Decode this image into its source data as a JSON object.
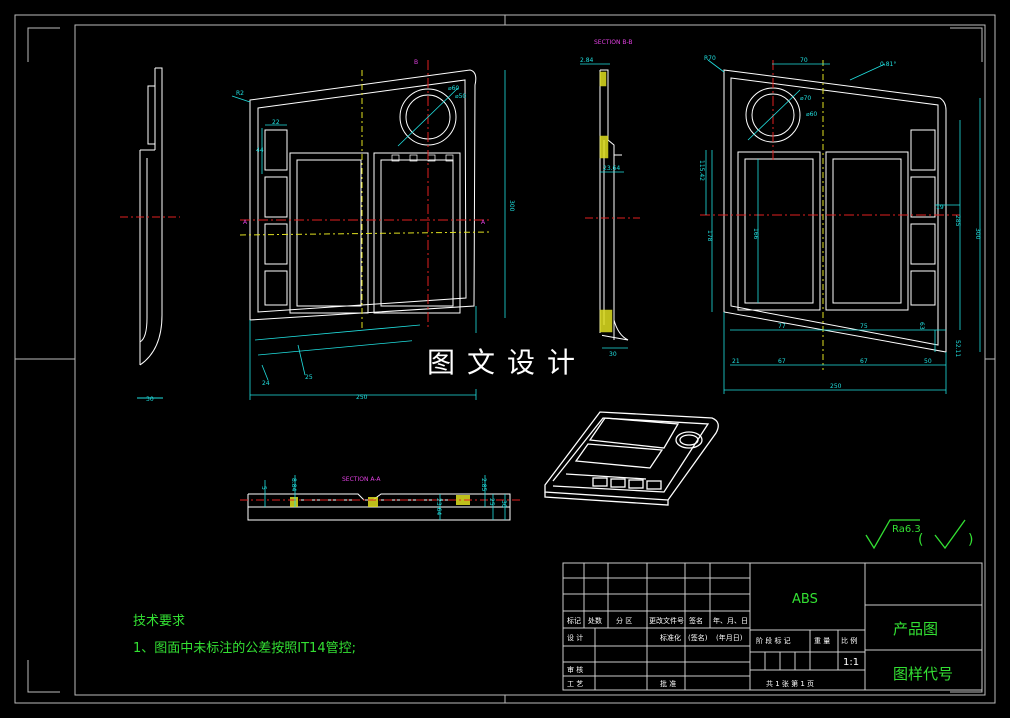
{
  "title_block": {
    "header_labels": [
      "标记",
      "处数",
      "分 区",
      "更改文件号",
      "签名",
      "年、月、日"
    ],
    "design_label": "设 计",
    "standardize_label": "标准化",
    "signature_label": "(签名)",
    "date_label": "(年月日)",
    "review_label": "审 核",
    "process_label": "工 艺",
    "approve_label": "批 准",
    "material": "ABS",
    "drawing_type": "产品图",
    "drawing_code": "图样代号",
    "stage_label": "阶 段 标 记",
    "weight_label": "重 量",
    "scale_label": "比 例",
    "scale": "1:1",
    "sheets": "共 1  张    第 1  页"
  },
  "banner": "图文设计",
  "notes": {
    "heading": "技术要求",
    "line1": "1、图面中未标注的公差按照IT14管控;"
  },
  "views": {
    "section_bb": "SECTION B-B",
    "section_aa": "SECTION A-A",
    "marker_a": "A",
    "marker_b": "B"
  },
  "surface": {
    "roughness": "Ra6.3",
    "paren_open": "(",
    "paren_close": ")"
  },
  "dims": {
    "side_width": "30",
    "front_height": "300",
    "front_width": "250",
    "front_angle": "R2",
    "front_small": "22",
    "front_small2": "44",
    "front_bottom1": "24",
    "front_bottom2": "25",
    "circle_outer": "⌀60",
    "circle_inner": "⌀50",
    "sec_thick": "2.84",
    "sec_mid": "23.64",
    "sec_bottom": "30",
    "rv_top": "70",
    "rv_angle": "0.81°",
    "rv_corner": "R70",
    "rv_hole1": "⌀70",
    "rv_hole2": "⌀60",
    "rv_h1": "115.42",
    "rv_h2": "178",
    "rv_h3": "166",
    "rv_h4": "285",
    "rv_h5": "300",
    "rv_h6": "19",
    "rv_h7": "63",
    "rv_h8": "52.11",
    "rv_w1": "77",
    "rv_w2": "75",
    "rv_w3": "21",
    "rv_w4": "67",
    "rv_w5": "67",
    "rv_w6": "50",
    "rv_total": "250",
    "aa_d1": "5",
    "aa_d2": "8.84",
    "aa_d3": "2.85",
    "aa_d4": "23.64",
    "aa_d5": "25",
    "aa_d6": "30"
  },
  "colors": {
    "background": "#000000",
    "line_white": "#ffffff",
    "center_red": "#e02020",
    "dim_cyan": "#20e0e0",
    "section_yellow": "#e0e020",
    "label_green": "#33e033",
    "section_magenta": "#e040e0"
  }
}
